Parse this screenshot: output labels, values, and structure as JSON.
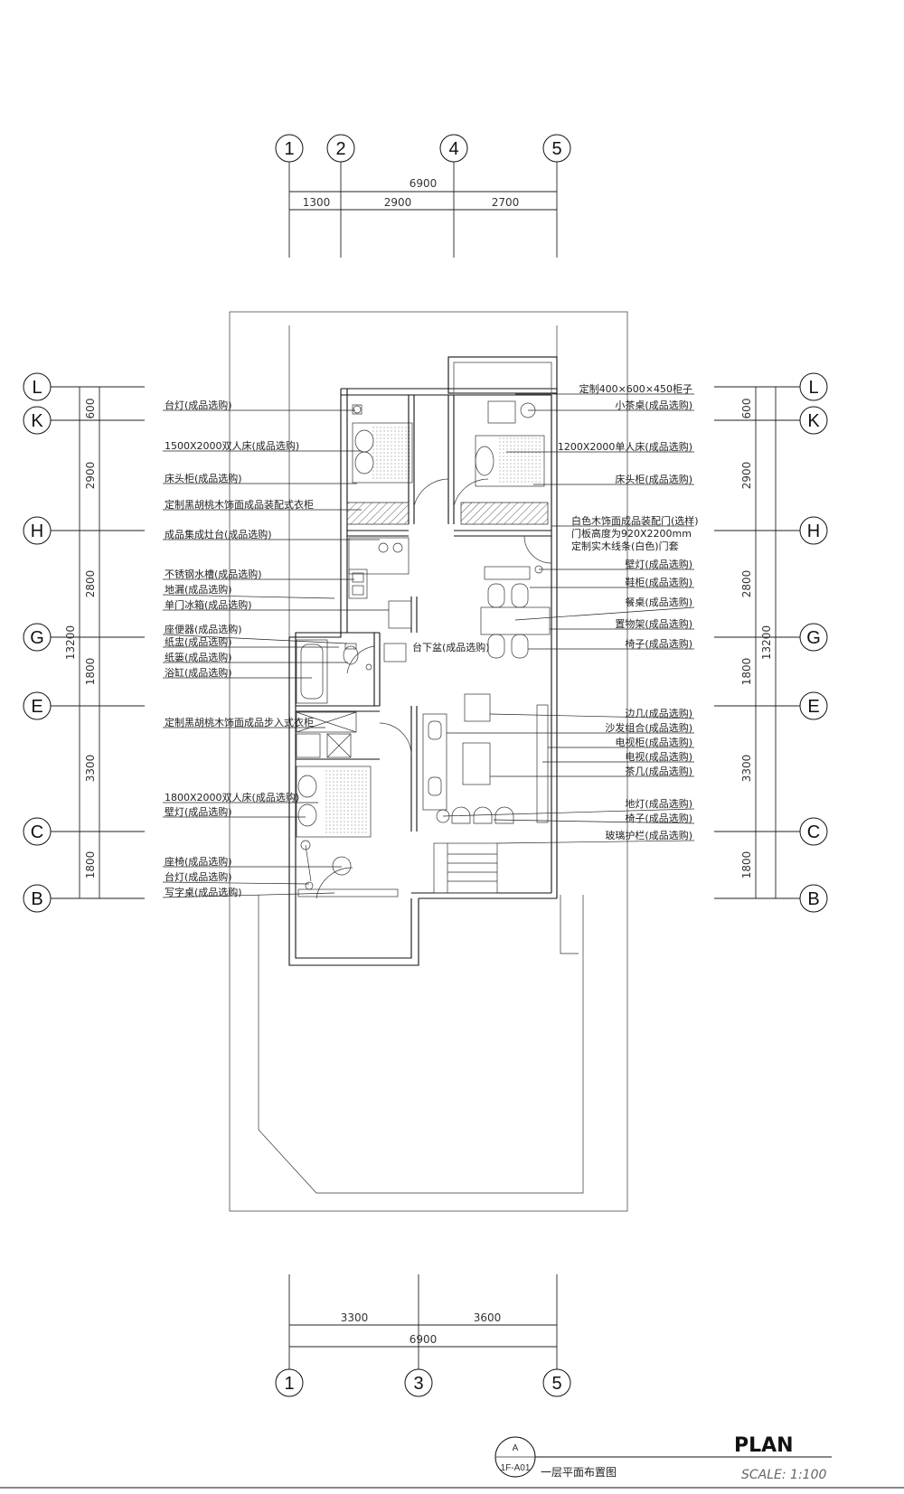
{
  "grid": {
    "top_axes": [
      "1",
      "2",
      "4",
      "5"
    ],
    "bottom_axes": [
      "1",
      "3",
      "5"
    ],
    "left_rows": [
      "L",
      "K",
      "H",
      "G",
      "E",
      "C",
      "B"
    ],
    "right_rows": [
      "L",
      "K",
      "H",
      "G",
      "E",
      "C",
      "B"
    ]
  },
  "dimensions": {
    "top_overall": "6900",
    "top_segments": [
      "1300",
      "2900",
      "2700"
    ],
    "bottom_overall": "6900",
    "bottom_segments": [
      "3300",
      "3600"
    ],
    "left_segments": [
      "600",
      "2900",
      "2800",
      "1800",
      "3300",
      "1800"
    ],
    "left_overall": "13200",
    "right_segments": [
      "600",
      "2900",
      "2800",
      "1800",
      "3300",
      "1800"
    ],
    "right_overall": "13200"
  },
  "annotations_left": [
    "台灯(成品选购)",
    "1500X2000双人床(成品选购)",
    "床头柜(成品选购)",
    "定制黑胡桃木饰面成品装配式衣柜",
    "成品集成灶台(成品选购)",
    "不锈钢水槽(成品选购)",
    "地漏(成品选购)",
    "单门冰箱(成品选购)",
    "座便器(成品选购)",
    "纸盅(成品选购)",
    "纸篓(成品选购)",
    "浴缸(成品选购)",
    "定制黑胡桃木饰面成品步入式衣柜",
    "1800X2000双人床(成品选购)",
    "壁灯(成品选购)",
    "座椅(成品选购)",
    "台灯(成品选购)",
    "写字桌(成品选购)"
  ],
  "annotations_right": [
    "定制400×600×450柜子",
    "小茶桌(成品选购)",
    "1200X2000单人床(成品选购)",
    "床头柜(成品选购)",
    "白色木饰面成品装配门(选样)",
    "门板高度为920X2200mm",
    "定制实木线条(白色)门套",
    "壁灯(成品选购)",
    "鞋柜(成品选购)",
    "餐桌(成品选购)",
    "置物架(成品选购)",
    "椅子(成品选购)",
    "边几(成品选购)",
    "沙发组合(成品选购)",
    "电视柜(成品选购)",
    "电视(成品选购)",
    "茶几(成品选购)",
    "地灯(成品选购)",
    "椅子(成品选购)",
    "玻璃护栏(成品选购)"
  ],
  "annotation_center": "台下盆(成品选购)",
  "title_block": {
    "ref_top": "A",
    "ref_bottom": "1F-A01",
    "name": "一层平面布置图",
    "heading": "PLAN",
    "scale": "SCALE: 1:100"
  }
}
